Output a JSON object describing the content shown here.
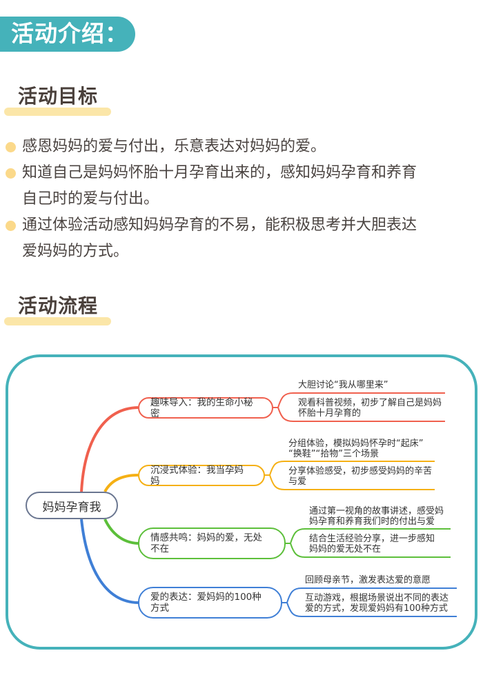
{
  "banner": {
    "title": "活动介绍："
  },
  "goals_section": {
    "heading": "活动目标",
    "items": [
      {
        "line1": "感恩妈妈的爱与付出，乐意表达对妈妈的爱。",
        "line2": ""
      },
      {
        "line1": "知道自己是妈妈怀胎十月孕育出来的，感知妈妈孕育和养育",
        "line2": "自己时的爱与付出。"
      },
      {
        "line1": "通过体验活动感知妈妈孕育的不易，能积极思考并大胆表达",
        "line2": "爱妈妈的方式。"
      }
    ]
  },
  "process_section": {
    "heading": "活动流程"
  },
  "mindmap": {
    "root": "妈妈孕育我",
    "colors": {
      "frame": "#45b2ba",
      "root_border": "#6a7690"
    },
    "branches": [
      {
        "color": "#f0604e",
        "line1": "趣味导入：我的生命小秘密",
        "line2": "",
        "leaves": [
          {
            "line1": "大胆讨论“我从哪里来”",
            "line2": ""
          },
          {
            "line1": "观看科普视频，初步了解自己是妈妈",
            "line2": "怀胎十月孕育的"
          }
        ]
      },
      {
        "color": "#f5b014",
        "line1": "沉浸式体验：我当孕妈妈",
        "line2": "",
        "leaves": [
          {
            "line1": "分组体验，模拟妈妈怀孕时“起床”",
            "line2": "“换鞋”“拾物”三个场景"
          },
          {
            "line1": "分享体验感受，初步感受妈妈的辛苦",
            "line2": "与爱"
          }
        ]
      },
      {
        "color": "#5cbf3a",
        "line1": "情感共鸣：妈妈的爱，无处",
        "line2": "不在",
        "leaves": [
          {
            "line1": "通过第一视角的故事讲述，感受妈",
            "line2": "妈孕育和养育我们时的付出与爱"
          },
          {
            "line1": "结合生活经验分享，进一步感知",
            "line2": "妈妈的爱无处不在"
          }
        ]
      },
      {
        "color": "#3f7fd6",
        "line1": "爱的表达：爱妈妈的100种",
        "line2": "方式",
        "leaves": [
          {
            "line1": "回顾母亲节，激发表达爱的意愿",
            "line2": ""
          },
          {
            "line1": "互动游戏，根据场景说出不同的表达",
            "line2": "爱的方式，发现爱妈妈有100种方式"
          }
        ]
      }
    ]
  }
}
